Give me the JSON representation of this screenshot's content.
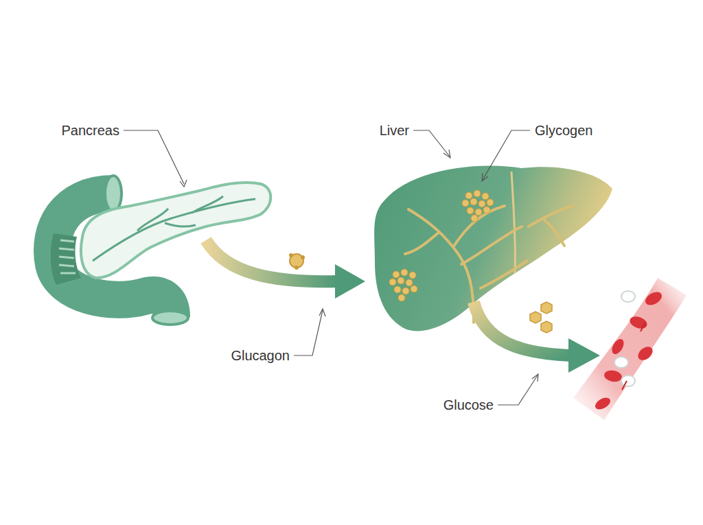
{
  "diagram": {
    "labels": [
      "Pancreas",
      "Liver",
      "Glycogen",
      "Glucagon",
      "Glucose"
    ]
  }
}
